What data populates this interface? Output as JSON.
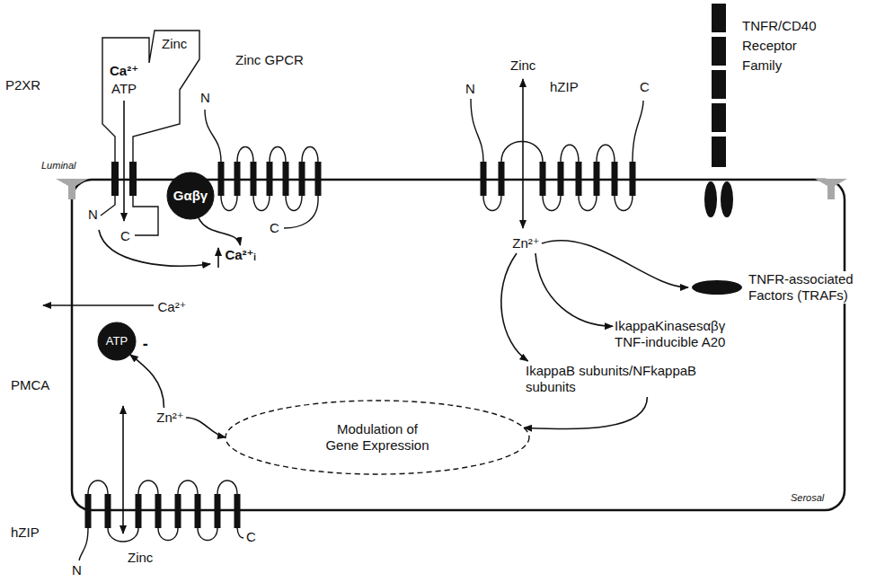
{
  "diagram": {
    "nodes": [
      {
        "text": [
          "Gαβγ"
        ]
      },
      {
        "text": [
          "Zn²⁺"
        ]
      },
      {
        "text": [
          "TNFR-associated Factors (TRAFs)"
        ]
      },
      {
        "text": [
          "IkappaKinasesαβγ TNF-inducible A20"
        ]
      },
      {
        "text": [
          "IkappaB subunits/NFkappaB subunits"
        ]
      },
      {
        "text": [
          "Modulation of Gene Expression"
        ]
      },
      {
        "text": [
          "ATP"
        ]
      },
      {
        "text": [
          "Ca²⁺"
        ]
      },
      {
        "text": [
          "Ca²⁺ᵢ"
        ]
      },
      {
        "text": [
          "Zn²⁺"
        ]
      }
    ],
    "edges": [
      {
        "from": 1,
        "to": 2,
        "arrow": "to"
      },
      {
        "from": 1,
        "to": 3,
        "arrow": "to"
      },
      {
        "from": 1,
        "to": 4,
        "arrow": "to"
      },
      {
        "from": 4,
        "to": 5,
        "arrow": "to"
      },
      {
        "from": 9,
        "to": 5,
        "arrow": "to"
      },
      {
        "from": 9,
        "to": 6,
        "label": "-",
        "arrow": "to"
      },
      {
        "from": 0,
        "to": 8,
        "arrow": "to"
      }
    ],
    "labels": [
      "P2XR",
      "Ca²⁺",
      "ATP",
      "Zinc",
      "N",
      "C",
      "Zinc GPCR",
      "N",
      "C",
      "Luminal",
      "Zinc",
      "N",
      "hZIP",
      "C",
      "TNFR/CD40 Receptor Family",
      "PMCA",
      "hZIP",
      "Zinc",
      "N",
      "C",
      "Serosal"
    ]
  }
}
